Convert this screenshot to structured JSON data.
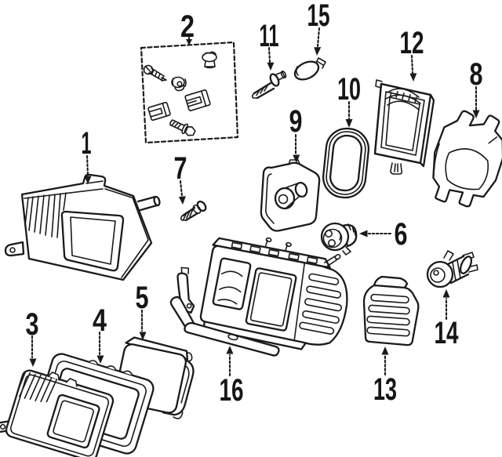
{
  "diagram": {
    "paper_color": "#ffffff",
    "ink_color": "#1a1a1a",
    "callouts": [
      {
        "label": "1"
      },
      {
        "label": "2"
      },
      {
        "label": "3"
      },
      {
        "label": "4"
      },
      {
        "label": "5"
      },
      {
        "label": "6"
      },
      {
        "label": "7"
      },
      {
        "label": "8"
      },
      {
        "label": "9"
      },
      {
        "label": "10"
      },
      {
        "label": "11"
      },
      {
        "label": "12"
      },
      {
        "label": "13"
      },
      {
        "label": "14"
      },
      {
        "label": "15"
      },
      {
        "label": "16"
      }
    ]
  }
}
